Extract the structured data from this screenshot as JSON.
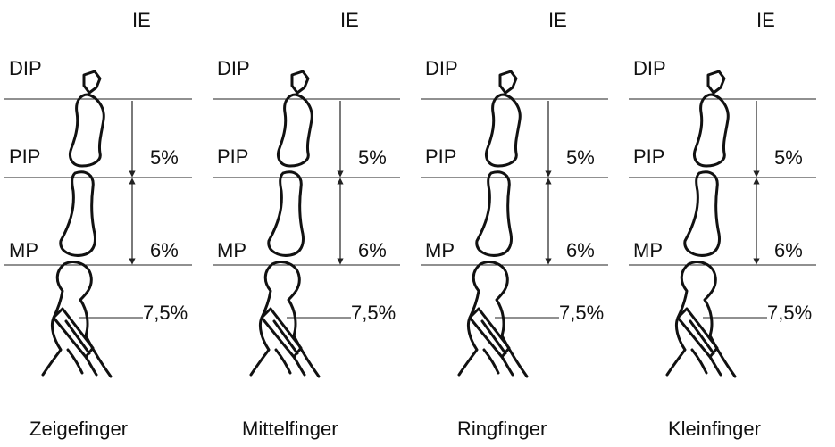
{
  "header_label": "IE",
  "joint_labels": {
    "dip": "DIP",
    "pip": "PIP",
    "mp": "MP"
  },
  "percentages": {
    "upper": "5%",
    "middle": "6%",
    "lower": "7,5%"
  },
  "fingers": [
    {
      "name": "Zeigefinger"
    },
    {
      "name": "Mittelfinger"
    },
    {
      "name": "Ringfinger"
    },
    {
      "name": "Kleinfinger"
    }
  ],
  "colors": {
    "line": "#222222",
    "text": "#111111",
    "background": "#ffffff"
  }
}
